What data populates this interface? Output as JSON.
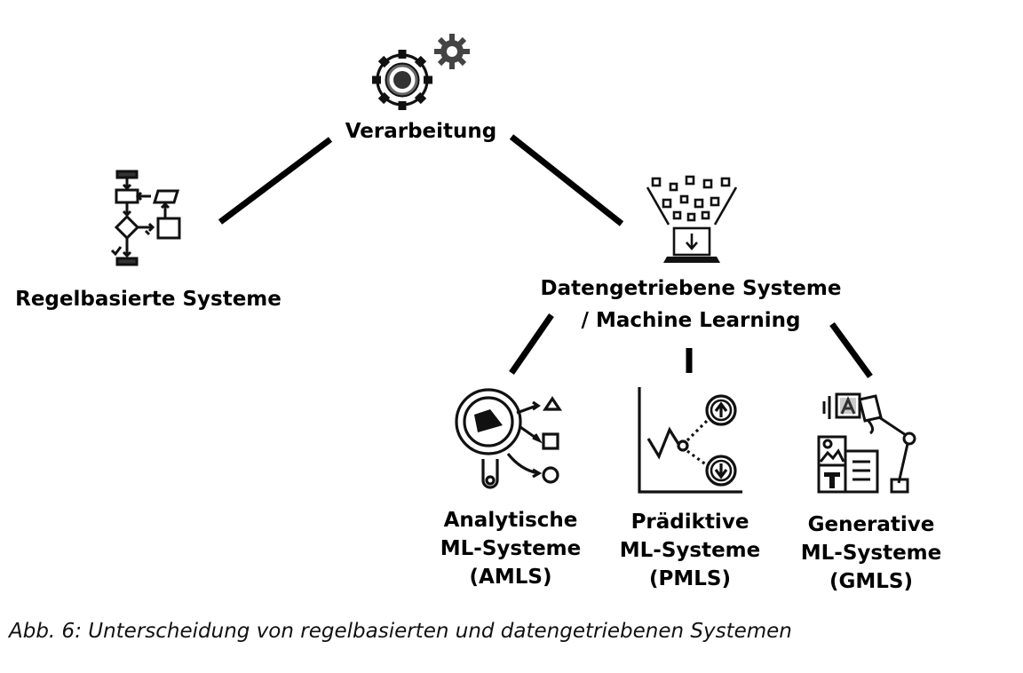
{
  "nodes": {
    "root": {
      "label": "Verarbeitung",
      "icon": "gears-icon"
    },
    "rule_based": {
      "label": "Regelbasierte Systeme",
      "icon": "flowchart-icon"
    },
    "data_driven": {
      "line1": "Datengetriebene Systeme",
      "line2": "/ Machine Learning",
      "icon": "data-funnel-laptop-icon"
    },
    "amls": {
      "line1": "Analytische",
      "line2": "ML-Systeme",
      "line3": "(AMLS)",
      "icon": "magnifier-classify-icon"
    },
    "pmls": {
      "line1": "Prädiktive",
      "line2": "ML-Systeme",
      "line3": "(PMLS)",
      "icon": "trend-chart-icon"
    },
    "gmls": {
      "line1": "Generative",
      "line2": "ML-Systeme",
      "line3": "(GMLS)",
      "icon": "robot-arm-content-icon"
    }
  },
  "caption": "Abb. 6: Unterscheidung von regelbasierten und datengetriebenen Systemen"
}
